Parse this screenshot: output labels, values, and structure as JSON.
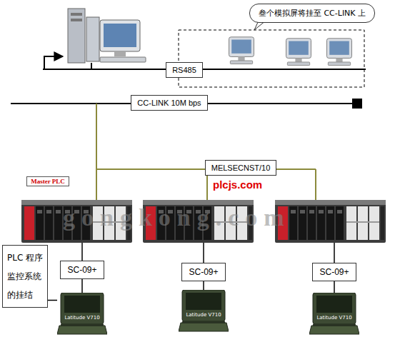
{
  "diagram": {
    "nodes": [
      {
        "text": [
          "叁个模拟屏将挂至 CC-LINK 上"
        ]
      },
      {
        "text": [
          "RS485"
        ]
      },
      {
        "text": [
          "CC-LINK 10M bps"
        ]
      },
      {
        "text": [
          "MELSECNST/10"
        ]
      },
      {
        "text": [
          "Master PLC"
        ]
      },
      {
        "text": [
          "SC-09+"
        ]
      },
      {
        "text": [
          "SC-09+"
        ]
      },
      {
        "text": [
          "SC-09+"
        ]
      },
      {
        "text": [
          "PLC 程序监控系统的挂结"
        ]
      },
      {
        "text": [
          "Latitude V710"
        ]
      },
      {
        "text": [
          "Latitude V710"
        ]
      },
      {
        "text": [
          "Latitude V710"
        ]
      }
    ],
    "edges": [
      {
        "from": 5,
        "to": 9,
        "arrow": "none"
      },
      {
        "from": 6,
        "to": 10,
        "arrow": "none"
      },
      {
        "from": 7,
        "to": 11,
        "arrow": "none"
      },
      {
        "from": 8,
        "to": 9,
        "arrow": "none"
      }
    ],
    "labels": [
      "plcjs.com",
      "gongkong.com"
    ]
  }
}
